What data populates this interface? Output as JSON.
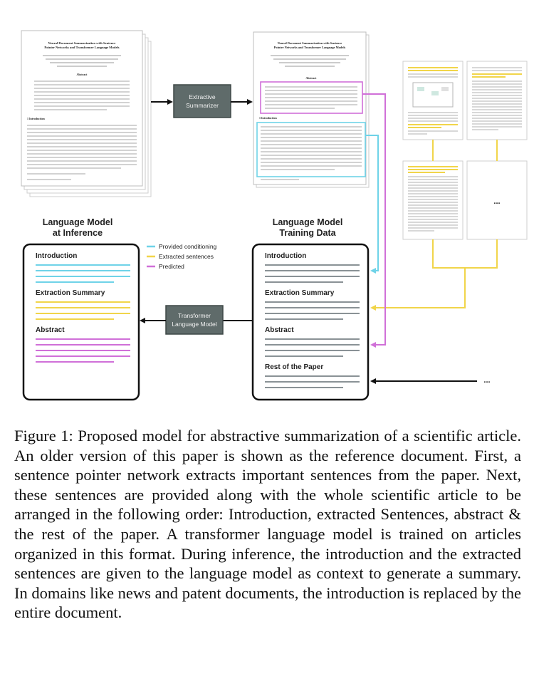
{
  "thumbnail": {
    "title_line1": "Neural Document Summarization with Sentence",
    "title_line2": "Pointer Networks and Transformer Language Models",
    "abstract_heading": "Abstract",
    "intro_heading": "1   Introduction",
    "more_pages": "..."
  },
  "extractive_summarizer": {
    "line1": "Extractive",
    "line2": "Summarizer"
  },
  "transformer": {
    "line1": "Transformer",
    "line2": "Language Model"
  },
  "inference": {
    "title_line1": "Language Model",
    "title_line2": "at Inference",
    "sections": [
      "Introduction",
      "Extraction Summary",
      "Abstract"
    ]
  },
  "training": {
    "title_line1": "Language Model",
    "title_line2": "Training Data",
    "sections": [
      "Introduction",
      "Extraction Summary",
      "Abstract",
      "Rest of the Paper"
    ]
  },
  "legend": {
    "items": [
      {
        "label": "Provided conditioning",
        "color": "#6fd3e8"
      },
      {
        "label": "Extracted sentences",
        "color": "#f1d54a"
      },
      {
        "label": "Predicted",
        "color": "#d070d8"
      }
    ]
  },
  "incoming_label": "...",
  "colors": {
    "box_fill": "#5f6b6a",
    "box_stroke": "#3f4847",
    "cyan": "#6fd3e8",
    "yellow": "#f1d54a",
    "magenta": "#d070d8",
    "gray_line": "#8a9296"
  },
  "caption": "Figure 1:  Proposed model for abstractive summarization of a scientific article. An older version of this paper is shown as the reference document. First, a sentence pointer network extracts important sentences from the paper. Next, these sentences are provided along with the whole scientific article to be arranged in the following order: Introduction, extracted Sentences, abstract & the rest of the paper. A transformer language model is trained on articles organized in this format. During inference, the introduction and the extracted sentences are given to the language model as context to generate a summary. In domains like news and patent documents, the introduction is replaced by the entire document."
}
